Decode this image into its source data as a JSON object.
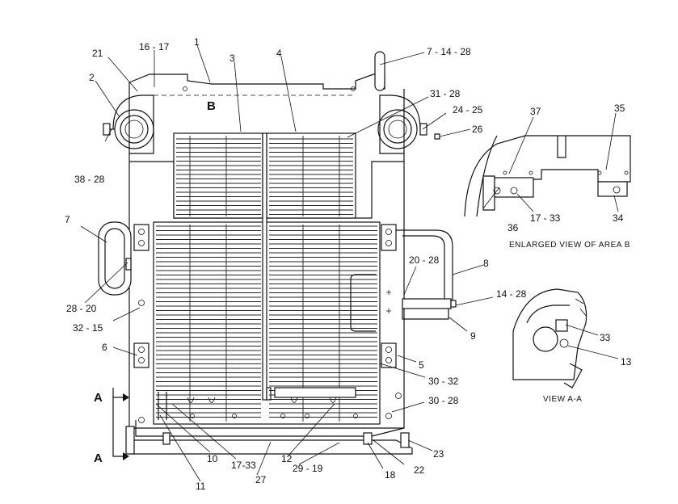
{
  "callouts": [
    {
      "id": "c1",
      "text": "1"
    },
    {
      "id": "c2",
      "text": "2"
    },
    {
      "id": "c3",
      "text": "3"
    },
    {
      "id": "c4",
      "text": "4"
    },
    {
      "id": "c5",
      "text": "5"
    },
    {
      "id": "c6",
      "text": "6"
    },
    {
      "id": "c7a",
      "text": "7"
    },
    {
      "id": "c7b",
      "text": "7 - 14 - 28"
    },
    {
      "id": "c8",
      "text": "8"
    },
    {
      "id": "c9",
      "text": "9"
    },
    {
      "id": "c10",
      "text": "10"
    },
    {
      "id": "c11",
      "text": "11"
    },
    {
      "id": "c12",
      "text": "12"
    },
    {
      "id": "c13",
      "text": "13"
    },
    {
      "id": "c14",
      "text": "14 - 28"
    },
    {
      "id": "c16",
      "text": "16 - 17"
    },
    {
      "id": "c17a",
      "text": "17-33"
    },
    {
      "id": "c17b",
      "text": "17 - 33"
    },
    {
      "id": "c18",
      "text": "18"
    },
    {
      "id": "c20a",
      "text": "20 - 28"
    },
    {
      "id": "c21",
      "text": "21"
    },
    {
      "id": "c22",
      "text": "22"
    },
    {
      "id": "c23",
      "text": "23"
    },
    {
      "id": "c24",
      "text": "24 - 25"
    },
    {
      "id": "c26",
      "text": "26"
    },
    {
      "id": "c27",
      "text": "27"
    },
    {
      "id": "c28",
      "text": "28 - 20"
    },
    {
      "id": "c29",
      "text": "29 - 19"
    },
    {
      "id": "c30a",
      "text": "30 - 32"
    },
    {
      "id": "c30b",
      "text": "30 - 28"
    },
    {
      "id": "c31",
      "text": "31 - 28"
    },
    {
      "id": "c32",
      "text": "32 - 15"
    },
    {
      "id": "c33",
      "text": "33"
    },
    {
      "id": "c34",
      "text": "34"
    },
    {
      "id": "c35",
      "text": "35"
    },
    {
      "id": "c36",
      "text": "36"
    },
    {
      "id": "c37",
      "text": "37"
    },
    {
      "id": "c38",
      "text": "38 - 28"
    },
    {
      "id": "cB",
      "text": "B"
    },
    {
      "id": "cA1",
      "text": "A"
    },
    {
      "id": "cA2",
      "text": "A"
    }
  ],
  "captions": {
    "area_b": "ENLARGED VIEW OF AREA B",
    "view_aa": "VIEW A-A"
  }
}
